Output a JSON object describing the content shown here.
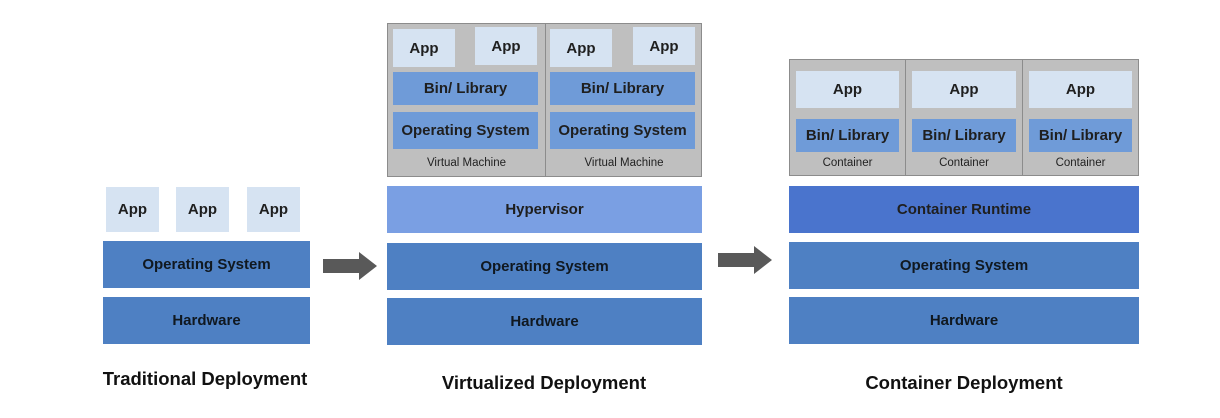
{
  "traditional": {
    "apps": [
      "App",
      "App",
      "App"
    ],
    "os": "Operating System",
    "hardware": "Hardware",
    "caption": "Traditional Deployment"
  },
  "virtualized": {
    "vms": [
      {
        "apps": [
          "App",
          "App"
        ],
        "bin": "Bin/ Library",
        "os": "Operating System",
        "label": "Virtual Machine"
      },
      {
        "apps": [
          "App",
          "App"
        ],
        "bin": "Bin/ Library",
        "os": "Operating System",
        "label": "Virtual Machine"
      }
    ],
    "hypervisor": "Hypervisor",
    "os": "Operating System",
    "hardware": "Hardware",
    "caption": "Virtualized Deployment"
  },
  "container": {
    "containers": [
      {
        "app": "App",
        "bin": "Bin/ Library",
        "label": "Container"
      },
      {
        "app": "App",
        "bin": "Bin/ Library",
        "label": "Container"
      },
      {
        "app": "App",
        "bin": "Bin/ Library",
        "label": "Container"
      }
    ],
    "runtime": "Container Runtime",
    "os": "Operating System",
    "hardware": "Hardware",
    "caption": "Container Deployment"
  },
  "colors": {
    "layer": "#4e80c3",
    "app": "#d6e3f2",
    "hypervisor": "#7a9fe3",
    "runtime": "#4a74cd",
    "vm_frame": "#bfbfbf",
    "arrow": "#595959"
  }
}
